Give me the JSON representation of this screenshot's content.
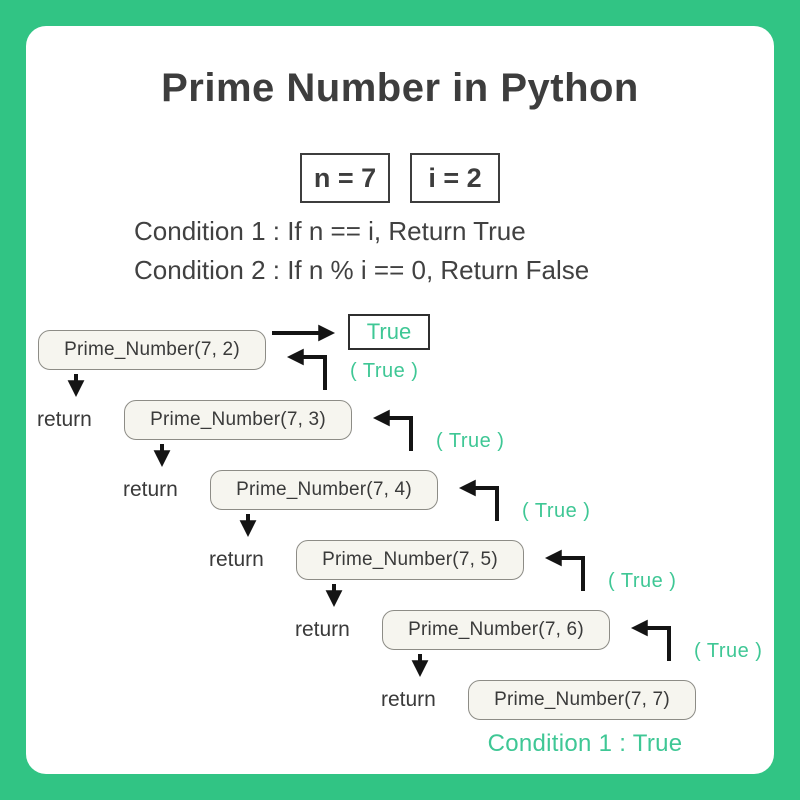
{
  "colors": {
    "background_green": "#31c484",
    "card_white": "#ffffff",
    "accent_green_text": "#3fc795",
    "dark_text": "#3d3d3d",
    "call_box_fill": "#f6f5ef",
    "call_box_border": "#8d8c86",
    "arrow_black": "#141414"
  },
  "header": {
    "title": "Prime Number in Python"
  },
  "params": [
    {
      "label": "n = 7"
    },
    {
      "label": "i = 2"
    }
  ],
  "conditions": [
    {
      "text": "Condition 1 : If n == i, Return True"
    },
    {
      "text": "Condition 2 : If n % i == 0, Return False"
    }
  ],
  "diagram": {
    "result_box_label": "True",
    "return_keyword": "return",
    "calls": [
      {
        "label": "Prime_Number(7, 2)",
        "returns": "( True )"
      },
      {
        "label": "Prime_Number(7, 3)",
        "returns": "( True )"
      },
      {
        "label": "Prime_Number(7, 4)",
        "returns": "( True )"
      },
      {
        "label": "Prime_Number(7, 5)",
        "returns": "( True )"
      },
      {
        "label": "Prime_Number(7, 6)",
        "returns": "( True )"
      },
      {
        "label": "Prime_Number(7, 7)"
      }
    ],
    "final_status": "Condition 1 : True"
  }
}
